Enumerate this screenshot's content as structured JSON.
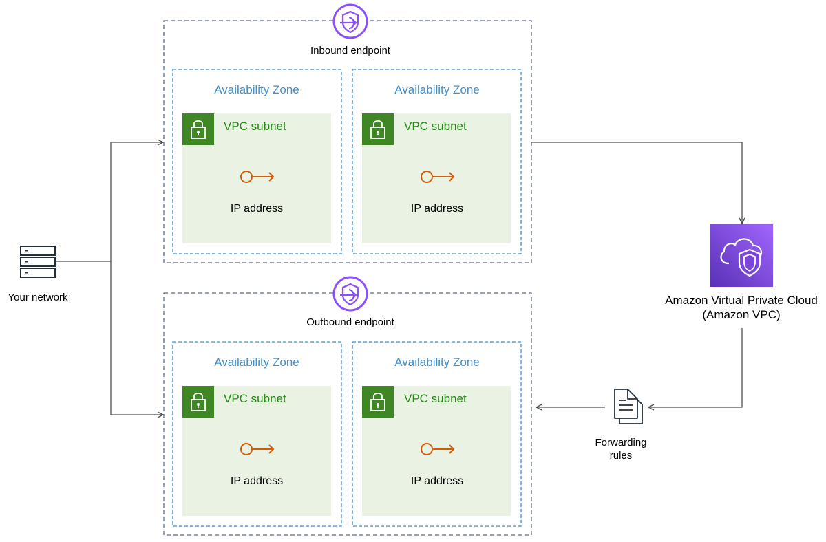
{
  "network": {
    "label": "Your network"
  },
  "inbound": {
    "label": "Inbound endpoint",
    "zones": [
      {
        "az_label": "Availability Zone",
        "subnet_label": "VPC subnet",
        "ip_label": "IP address"
      },
      {
        "az_label": "Availability Zone",
        "subnet_label": "VPC subnet",
        "ip_label": "IP address"
      }
    ]
  },
  "outbound": {
    "label": "Outbound endpoint",
    "zones": [
      {
        "az_label": "Availability Zone",
        "subnet_label": "VPC subnet",
        "ip_label": "IP address"
      },
      {
        "az_label": "Availability Zone",
        "subnet_label": "VPC subnet",
        "ip_label": "IP address"
      }
    ]
  },
  "vpc": {
    "label_line1": "Amazon Virtual Private Cloud",
    "label_line2": "(Amazon VPC)"
  },
  "rules": {
    "label_line1": "Forwarding",
    "label_line2": "rules"
  },
  "colors": {
    "endpoint_border": "#5a6b86",
    "az_border": "#3f8fd0",
    "az_text": "#3f8fd0",
    "subnet_fill": "#e9f2e3",
    "subnet_icon": "#3f8624",
    "subnet_text": "#248814",
    "ip_icon": "#d45b07",
    "endpoint_icon": "#8c4fff",
    "vpc_top": "#a166ff",
    "vpc_bottom": "#5a30b5",
    "line": "#4d4d4d"
  },
  "icons": {
    "network": "server-icon",
    "endpoint": "resolver-endpoint-icon",
    "subnet": "padlock-icon",
    "ip": "ip-address-icon",
    "vpc": "vpc-cloud-shield-icon",
    "rules": "document-icon"
  }
}
